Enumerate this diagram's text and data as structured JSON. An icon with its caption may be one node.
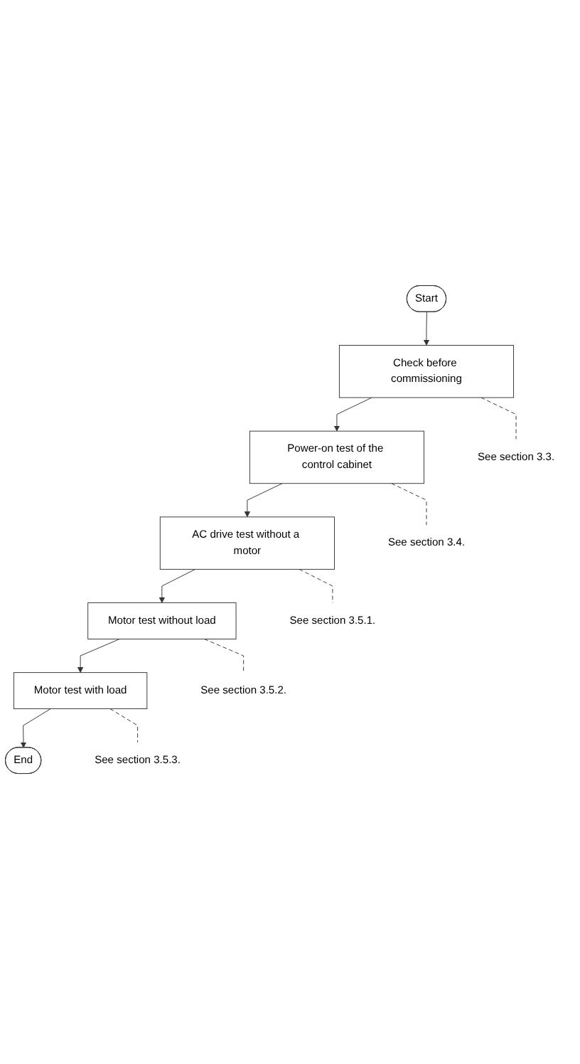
{
  "diagram": {
    "nodes": [
      {
        "text": [
          "Start"
        ]
      },
      {
        "text": [
          "Check before commissioning"
        ]
      },
      {
        "text": [
          "Power-on test of the control cabinet"
        ]
      },
      {
        "text": [
          "AC drive test without a motor"
        ]
      },
      {
        "text": [
          "Motor test without load"
        ]
      },
      {
        "text": [
          "Motor test with load"
        ]
      },
      {
        "text": [
          "End"
        ]
      },
      {
        "text": [
          "See section 3.3."
        ]
      },
      {
        "text": [
          "See section 3.4."
        ]
      },
      {
        "text": [
          "See section 3.5.1."
        ]
      },
      {
        "text": [
          "See section 3.5.2."
        ]
      },
      {
        "text": [
          "See section 3.5.3."
        ]
      }
    ],
    "edges": [
      {
        "from": 0,
        "to": 1,
        "arrow": "to"
      },
      {
        "from": 1,
        "to": 2,
        "arrow": "to"
      },
      {
        "from": 2,
        "to": 3,
        "arrow": "to"
      },
      {
        "from": 3,
        "to": 4,
        "arrow": "to"
      },
      {
        "from": 4,
        "to": 5,
        "arrow": "to"
      },
      {
        "from": 5,
        "to": 6,
        "arrow": "to"
      },
      {
        "from": 1,
        "to": 7,
        "arrow": "none",
        "style": "dashed"
      },
      {
        "from": 2,
        "to": 8,
        "arrow": "none",
        "style": "dashed"
      },
      {
        "from": 3,
        "to": 9,
        "arrow": "none",
        "style": "dashed"
      },
      {
        "from": 4,
        "to": 10,
        "arrow": "none",
        "style": "dashed"
      },
      {
        "from": 5,
        "to": 11,
        "arrow": "none",
        "style": "dashed"
      }
    ]
  }
}
